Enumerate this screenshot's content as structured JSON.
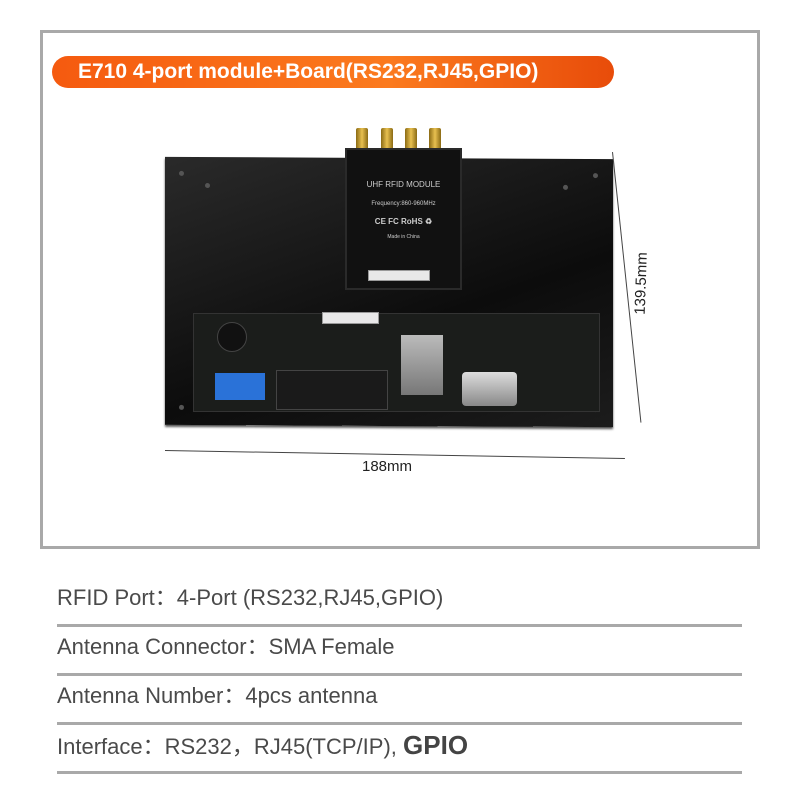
{
  "title": "E710 4-port module+Board(RS232,RJ45,GPIO)",
  "module": {
    "name": "UHF RFID MODULE",
    "frequency": "Frequency:860-960MHz",
    "certs": "CE FC RoHS ♻",
    "origin": "Made in China"
  },
  "dimensions": {
    "width": "188mm",
    "height": "139.5mm"
  },
  "specs": [
    {
      "label": "RFID Port：",
      "value": "4-Port (RS232,RJ45,GPIO)"
    },
    {
      "label": "Antenna Connector：",
      "value": "SMA Female"
    },
    {
      "label": "Antenna Number：",
      "value": "4pcs antenna"
    },
    {
      "label": "Interface：",
      "value": "RS232，RJ45(TCP/IP),",
      "value_bold": "GPIO"
    }
  ]
}
